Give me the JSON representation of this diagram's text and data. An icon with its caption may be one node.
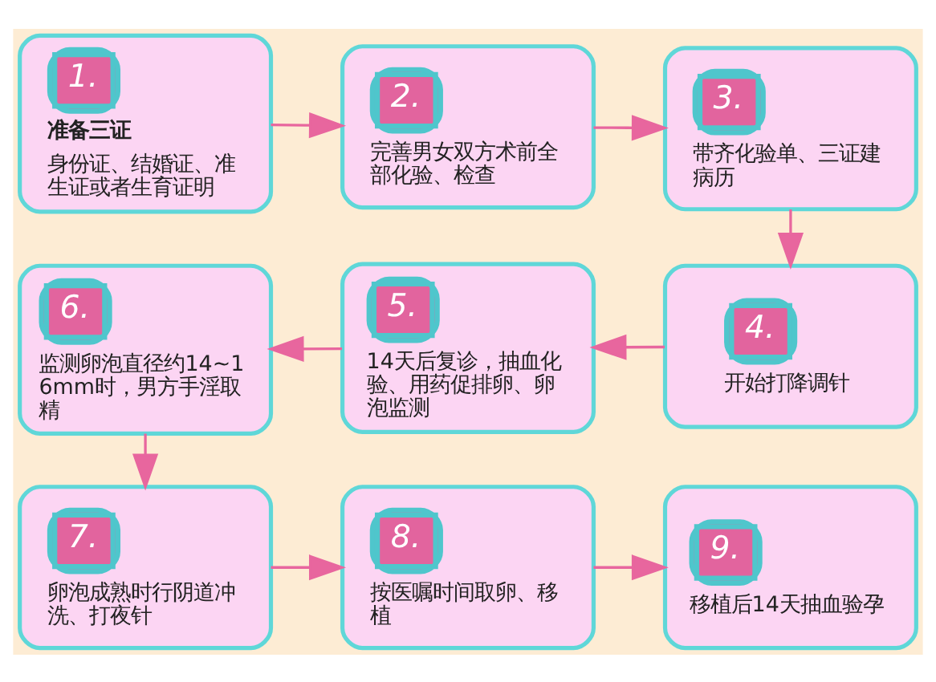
{
  "diagram": {
    "nodes": [
      {
        "text": [
          "1.",
          "准备三证",
          "身份证、结婚证、准生证或者生育证明"
        ]
      },
      {
        "text": [
          "2.",
          "完善男女双方术前全部化验、检查"
        ]
      },
      {
        "text": [
          "3.",
          "带齐化验单、三证建病历"
        ]
      },
      {
        "text": [
          "4.",
          "开始打降调针"
        ]
      },
      {
        "text": [
          "5.",
          "14天后复诊，抽血化验、用药促排卵、卵泡监测"
        ]
      },
      {
        "text": [
          "6.",
          "监测卵泡直径约14~16mm时，男方手淫取精"
        ]
      },
      {
        "text": [
          "7.",
          "卵泡成熟时行阴道冲洗、打夜针"
        ]
      },
      {
        "text": [
          "8.",
          "按医嘱时间取卵、移植"
        ]
      },
      {
        "text": [
          "9.",
          "移植后14天抽血验孕"
        ]
      }
    ],
    "edges": [
      {
        "from": 0,
        "to": 1,
        "arrow": "to"
      },
      {
        "from": 1,
        "to": 2,
        "arrow": "to"
      },
      {
        "from": 2,
        "to": 3,
        "arrow": "to"
      },
      {
        "from": 3,
        "to": 4,
        "arrow": "to"
      },
      {
        "from": 4,
        "to": 5,
        "arrow": "to"
      },
      {
        "from": 5,
        "to": 6,
        "arrow": "to"
      },
      {
        "from": 6,
        "to": 7,
        "arrow": "to"
      },
      {
        "from": 7,
        "to": 8,
        "arrow": "to"
      }
    ]
  }
}
